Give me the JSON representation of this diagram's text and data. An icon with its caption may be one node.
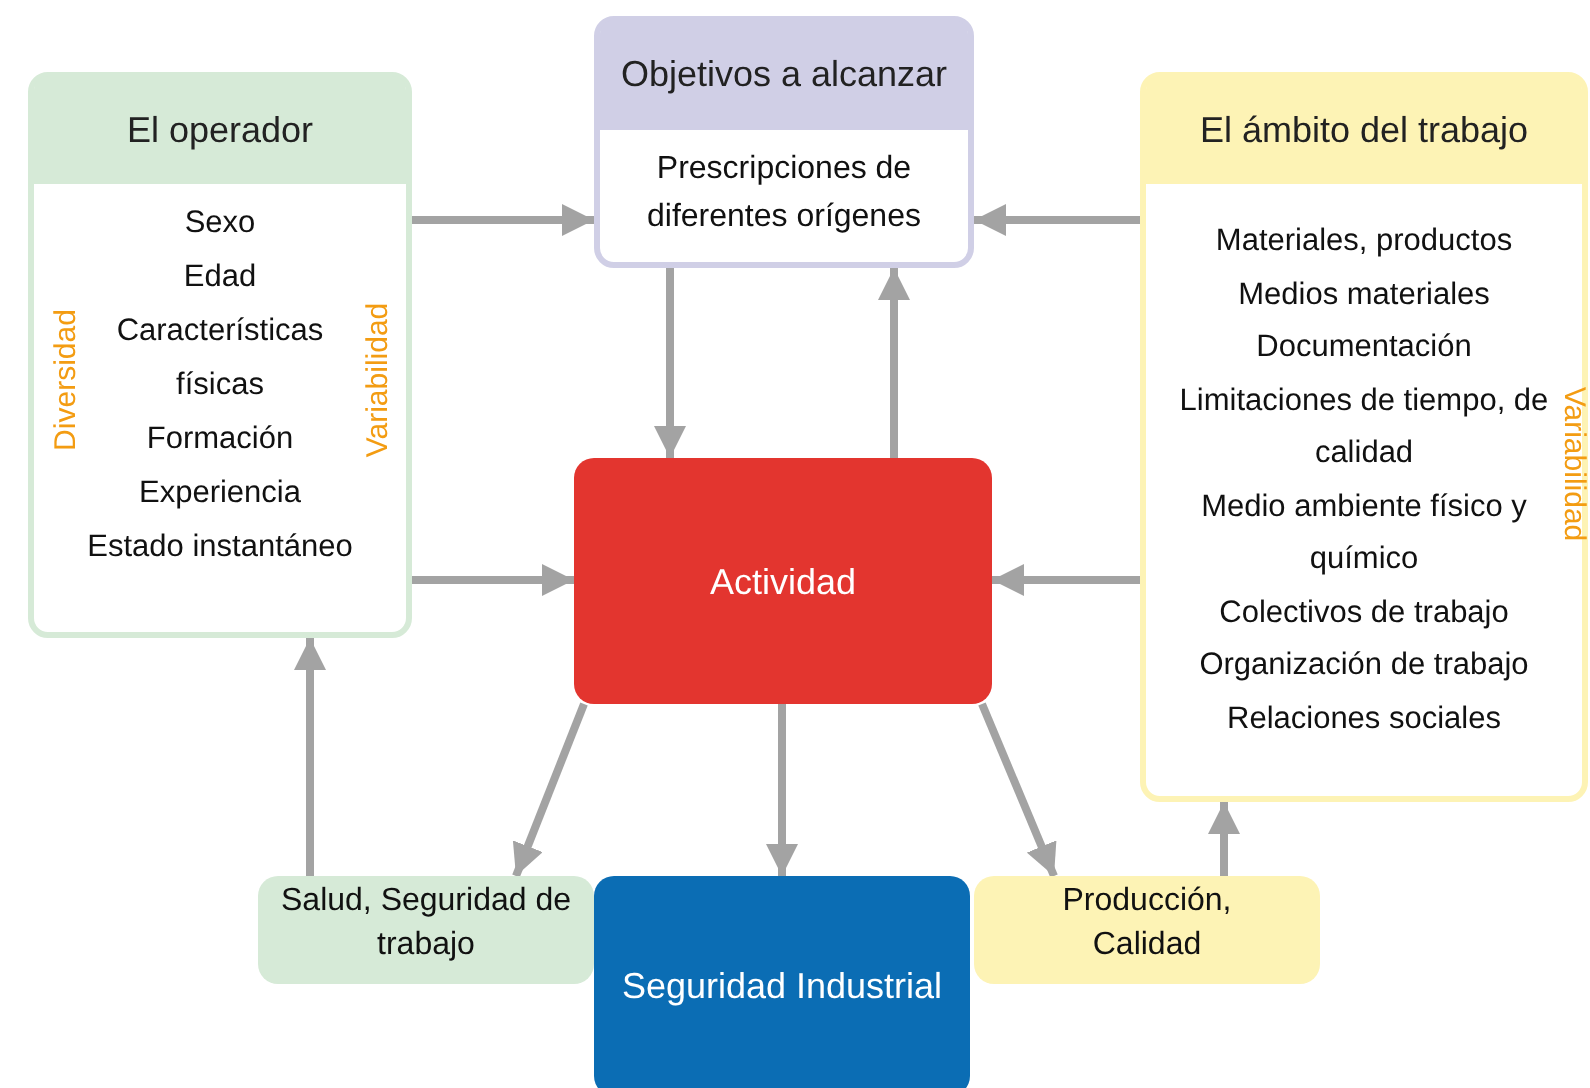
{
  "diagram": {
    "nodes": [
      {
        "text": [
          "El operador",
          "Sexo",
          "Edad",
          "Características físicas",
          "Formación",
          "Experiencia",
          "Estado instantáneo"
        ]
      },
      {
        "text": [
          "Objetivos a alcanzar",
          "Prescripciones de diferentes orígenes"
        ]
      },
      {
        "text": [
          "El ámbito del trabajo",
          "Materiales, productos",
          "Medios materiales",
          "Documentación",
          "Limitaciones de tiempo, de calidad",
          "Medio ambiente físico y químico",
          "Colectivos de trabajo",
          "Organización de trabajo",
          "Relaciones sociales"
        ]
      },
      {
        "text": [
          "Actividad"
        ]
      },
      {
        "text": [
          "Salud, Seguridad de trabajo"
        ]
      },
      {
        "text": [
          "Seguridad Industrial"
        ]
      },
      {
        "text": [
          "Producción, Calidad"
        ]
      }
    ],
    "edges": [
      {
        "from": 0,
        "to": 1,
        "arrow": "to"
      },
      {
        "from": 2,
        "to": 1,
        "arrow": "to"
      },
      {
        "from": 1,
        "to": 3,
        "arrow": "to"
      },
      {
        "from": 3,
        "to": 1,
        "arrow": "to"
      },
      {
        "from": 0,
        "to": 3,
        "arrow": "to"
      },
      {
        "from": 2,
        "to": 3,
        "arrow": "to"
      },
      {
        "from": 4,
        "to": 0,
        "arrow": "to"
      },
      {
        "from": 3,
        "to": 4,
        "arrow": "to"
      },
      {
        "from": 3,
        "to": 5,
        "arrow": "to"
      },
      {
        "from": 3,
        "to": 6,
        "arrow": "to"
      },
      {
        "from": 6,
        "to": 2,
        "arrow": "to"
      }
    ],
    "labels": [
      "Diversidad",
      "Variabilidad",
      "Variabilidad"
    ]
  }
}
